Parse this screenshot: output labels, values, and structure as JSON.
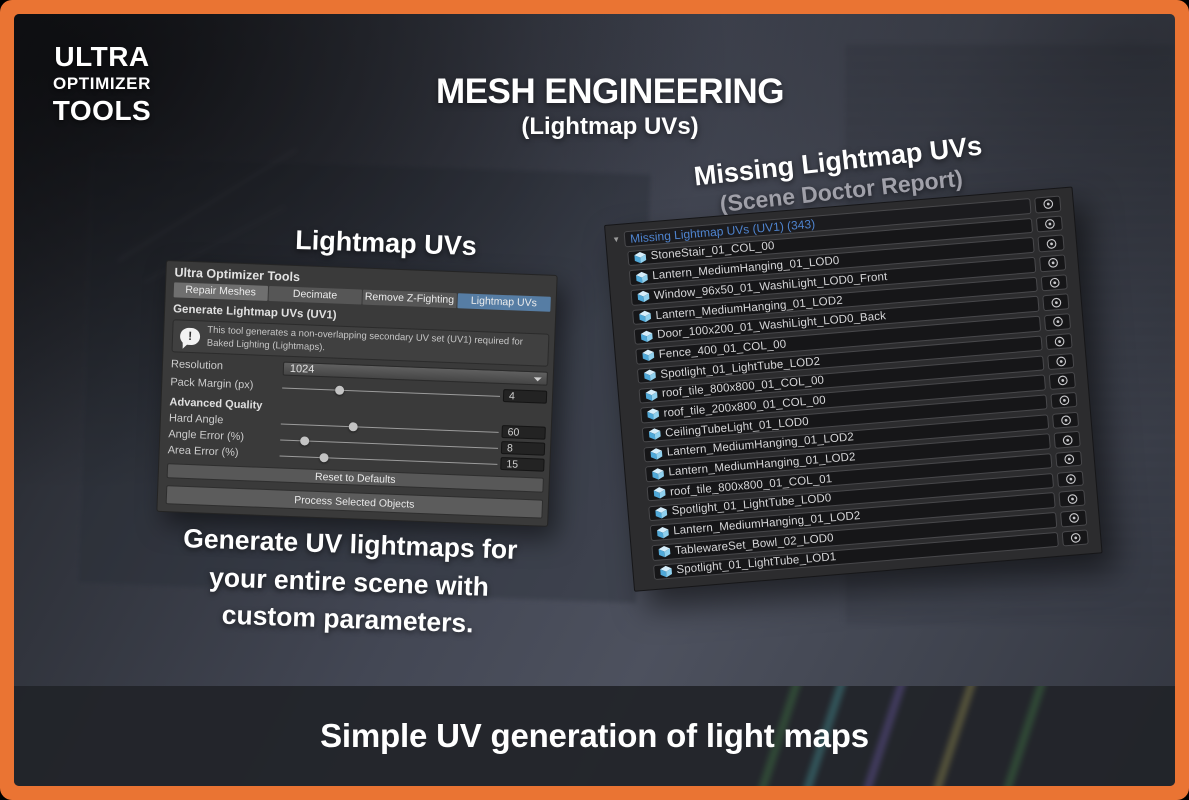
{
  "branding": {
    "line1": "ULTRA",
    "line2": "OPTIMIZER",
    "line3": "TOOLS"
  },
  "header": {
    "title": "MESH ENGINEERING",
    "subtitle": "(Lightmap UVs)"
  },
  "left_section": {
    "heading": "Lightmap UVs",
    "caption": "Generate UV lightmaps for your entire scene with custom parameters.",
    "panel": {
      "title": "Ultra Optimizer Tools",
      "tabs": [
        {
          "label": "Repair Meshes",
          "active": false
        },
        {
          "label": "Decimate",
          "active": false
        },
        {
          "label": "Remove Z-Fighting",
          "active": false
        },
        {
          "label": "Lightmap UVs",
          "active": true
        }
      ],
      "section_label": "Generate Lightmap UVs (UV1)",
      "info_text": "This tool generates a non-overlapping secondary UV set (UV1) required for Baked Lighting (Lightmaps).",
      "fields": {
        "resolution": {
          "label": "Resolution",
          "value": "1024"
        },
        "pack_margin": {
          "label": "Pack Margin (px)",
          "value": "4",
          "slider_percent": 26
        },
        "advanced_quality_label": "Advanced Quality",
        "hard_angle": {
          "label": "Hard Angle",
          "value": "60",
          "slider_percent": 33
        },
        "angle_error": {
          "label": "Angle Error (%)",
          "value": "8",
          "slider_percent": 11
        },
        "area_error": {
          "label": "Area Error (%)",
          "value": "15",
          "slider_percent": 20
        }
      },
      "buttons": {
        "reset": "Reset to Defaults",
        "process": "Process Selected Objects"
      }
    }
  },
  "right_section": {
    "heading": "Missing Lightmap UVs",
    "subheading": "(Scene Doctor Report)",
    "list": {
      "header": "Missing Lightmap UVs (UV1) (343)",
      "items": [
        "StoneStair_01_COL_00",
        "Lantern_MediumHanging_01_LOD0",
        "Window_96x50_01_WashiLight_LOD0_Front",
        "Lantern_MediumHanging_01_LOD2",
        "Door_100x200_01_WashiLight_LOD0_Back",
        "Fence_400_01_COL_00",
        "Spotlight_01_LightTube_LOD2",
        "roof_tile_800x800_01_COL_00",
        "roof_tile_200x800_01_COL_00",
        "CeilingTubeLight_01_LOD0",
        "Lantern_MediumHanging_01_LOD2",
        "Lantern_MediumHanging_01_LOD2",
        "roof_tile_800x800_01_COL_01",
        "Spotlight_01_LightTube_LOD0",
        "Lantern_MediumHanging_01_LOD2",
        "TablewareSet_Bowl_02_LOD0",
        "Spotlight_01_LightTube_LOD1"
      ]
    }
  },
  "footer": {
    "caption": "Simple UV generation of light maps"
  },
  "icons": {
    "row_icon": "mesh-cube-icon",
    "row_action_icon": "locate-target-icon",
    "header_icon": "foldout-triangle-icon",
    "help_icon": "info-bubble-icon",
    "popup_icon": "dropdown-arrow-icon"
  },
  "colors": {
    "frame_orange": "#EA7433",
    "selected_tab_blue": "#567DA4",
    "list_header_blue": "#4F84CF",
    "panel_bg": "#3A3A3A",
    "list_panel_bg": "#2C2C2E",
    "footer_bg": "#212329"
  }
}
